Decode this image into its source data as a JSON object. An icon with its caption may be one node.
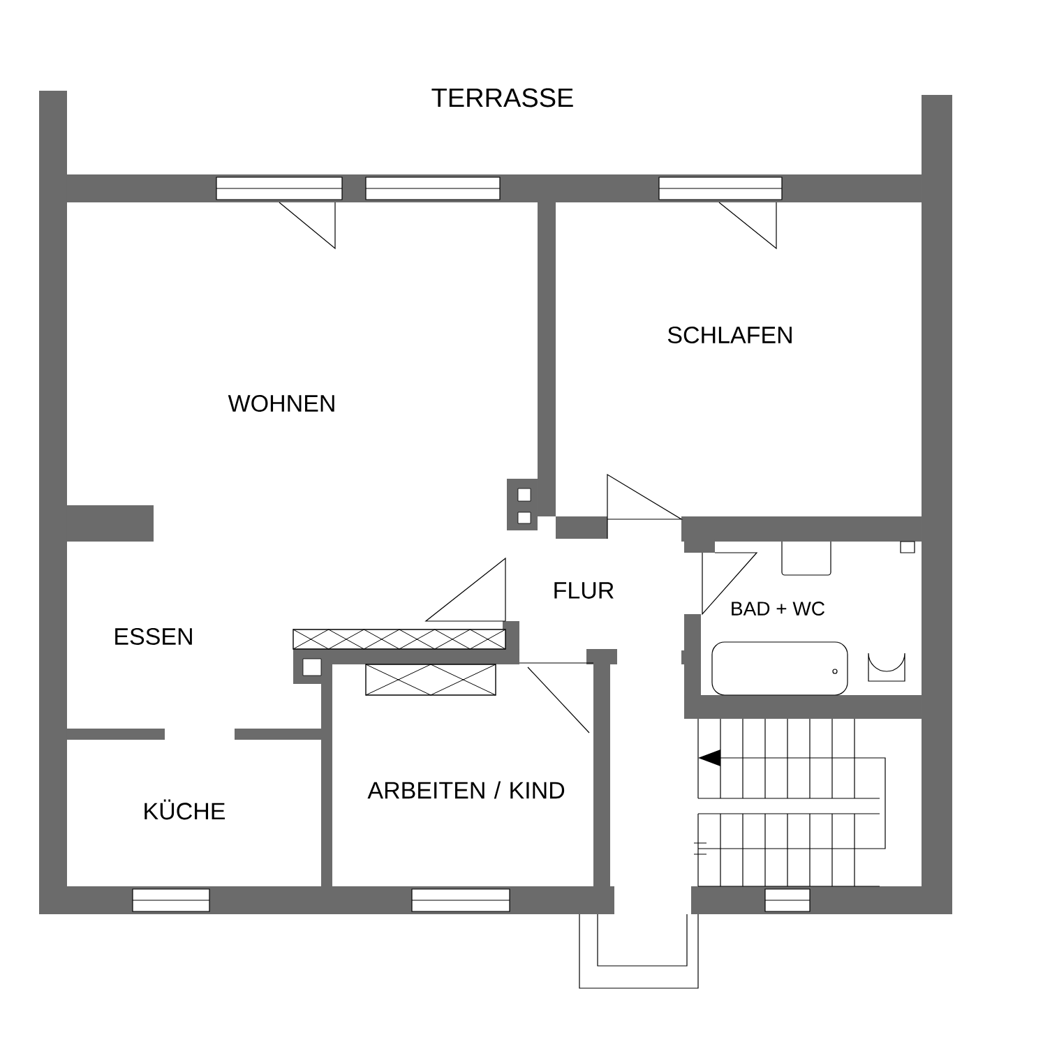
{
  "diagram": {
    "labels": [
      "TERRASSE",
      "WOHNEN",
      "SCHLAFEN",
      "FLUR",
      "BAD + WC",
      "ESSEN",
      "KÜCHE",
      "ARBEITEN / KIND"
    ]
  }
}
